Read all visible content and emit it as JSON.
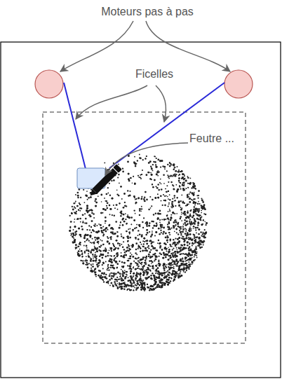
{
  "diagram": {
    "labels": [
      "Moteurs pas à pas",
      "Ficelles",
      "Feutre ..."
    ]
  }
}
